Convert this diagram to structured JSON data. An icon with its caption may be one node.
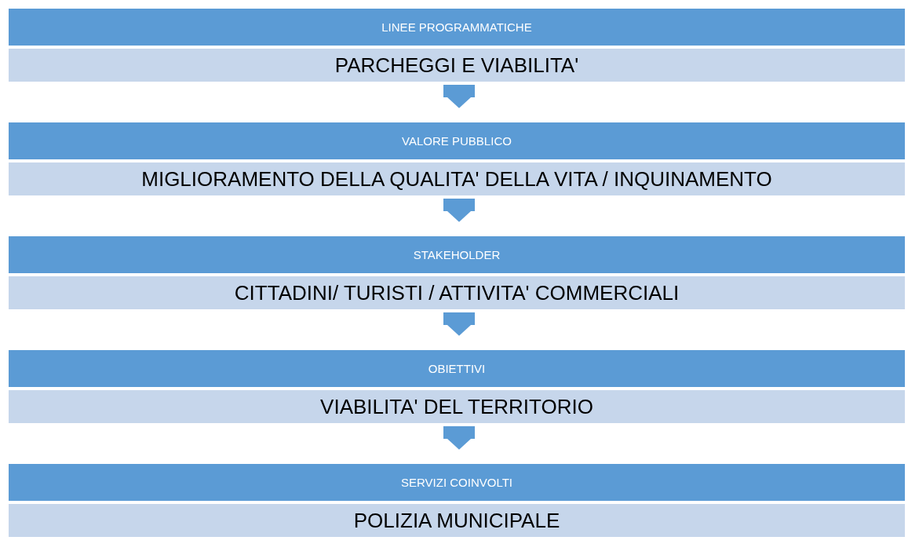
{
  "diagram": {
    "nodes": [
      {
        "text": [
          "LINEE PROGRAMMATICHE"
        ]
      },
      {
        "text": [
          "PARCHEGGI E VIABILITA'"
        ]
      },
      {
        "text": [
          "VALORE PUBBLICO"
        ]
      },
      {
        "text": [
          "MIGLIORAMENTO DELLA QUALITA' DELLA VITA / INQUINAMENTO"
        ]
      },
      {
        "text": [
          "STAKEHOLDER"
        ]
      },
      {
        "text": [
          "CITTADINI/ TURISTI / ATTIVITA' COMMERCIALI"
        ]
      },
      {
        "text": [
          "OBIETTIVI"
        ]
      },
      {
        "text": [
          "VIABILITA' DEL TERRITORIO"
        ]
      },
      {
        "text": [
          "SERVIZI COINVOLTI"
        ]
      },
      {
        "text": [
          "POLIZIA MUNICIPALE"
        ]
      }
    ],
    "edges": [
      {
        "from": 1,
        "to": 2,
        "arrow": "to"
      },
      {
        "from": 3,
        "to": 4,
        "arrow": "to"
      },
      {
        "from": 5,
        "to": 6,
        "arrow": "to"
      },
      {
        "from": 7,
        "to": 8,
        "arrow": "to"
      }
    ]
  }
}
